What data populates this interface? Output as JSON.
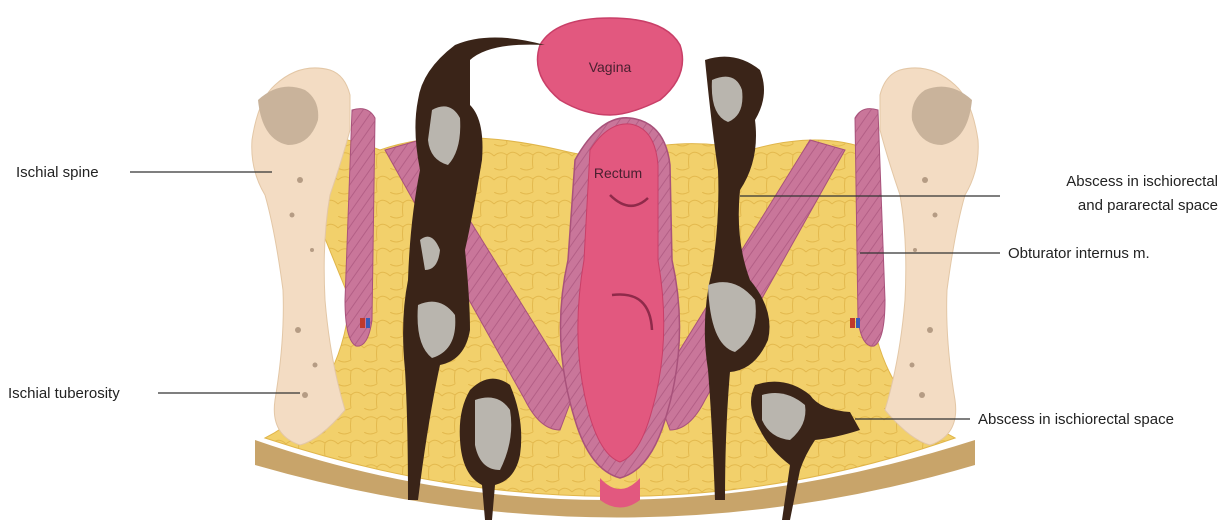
{
  "organs": {
    "vagina": "Vagina",
    "rectum": "Rectum"
  },
  "labels": {
    "ischial_spine": "Ischial spine",
    "ischial_tuberosity": "Ischial tuberosity",
    "abscess_pararectal_line1": "Abscess in ischiorectal",
    "abscess_pararectal_line2": "and pararectal space",
    "obturator_internus": "Obturator internus m.",
    "abscess_ischiorectal": "Abscess in ischiorectal space"
  },
  "colors": {
    "fat": "#f2d06b",
    "bone": "#f3dcc3",
    "muscle": "#c9769a",
    "rectum": "#e2587f",
    "abscess": "#3a2418",
    "pus": "#b9b5ae",
    "skin": "#c8a46a"
  }
}
